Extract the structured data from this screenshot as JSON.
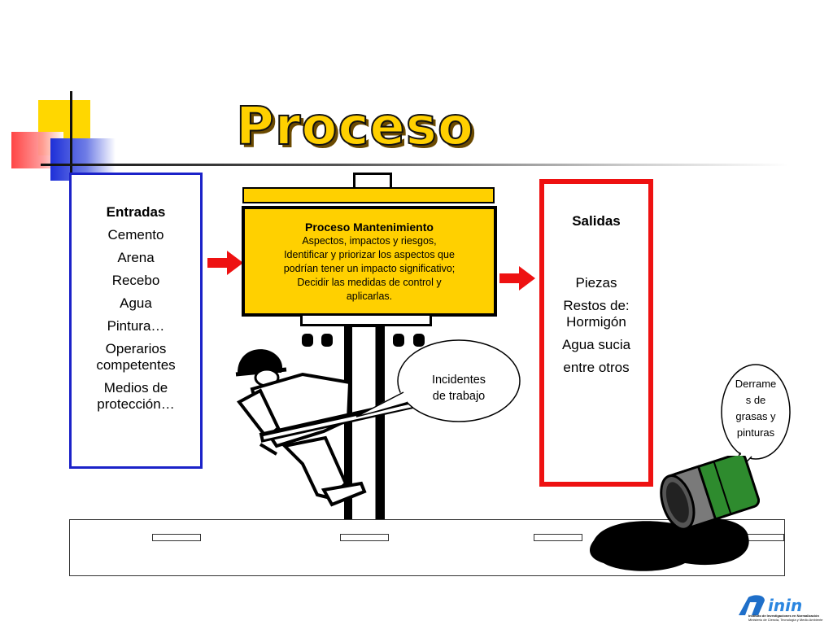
{
  "title": "Proceso",
  "inputs": {
    "heading": "Entradas",
    "items": [
      "Cemento",
      "Arena",
      "Recebo",
      "Agua",
      "Pintura…",
      "Operarios competentes",
      "Medios de protección…"
    ]
  },
  "process": {
    "heading": "Proceso  Mantenimiento",
    "lines": [
      "Aspectos, impactos y riesgos,",
      "Identificar y priorizar los aspectos que",
      "podrían tener un impacto significativo;",
      "Decidir las medidas de control y",
      "aplicarlas."
    ]
  },
  "outputs": {
    "heading": "Salidas",
    "items": [
      "Piezas",
      "Restos de: Hormigón",
      "Agua sucia",
      "entre otros"
    ]
  },
  "callouts": {
    "incidents": [
      "Incidentes",
      "de trabajo"
    ],
    "spill": [
      "Derrame",
      "s de",
      "grasas y",
      "pinturas"
    ]
  },
  "logo": {
    "name": "inin",
    "line1": "Instituto de Investigaciones en Normalización",
    "line2": "Ministerio de Ciencia, Tecnología y Medio Ambiente"
  },
  "colors": {
    "accent_yellow": "#ffd000",
    "input_border": "#1b22c9",
    "output_border": "#ee1111",
    "arrow": "#ee1111",
    "barrel": "#2e8b2e"
  }
}
